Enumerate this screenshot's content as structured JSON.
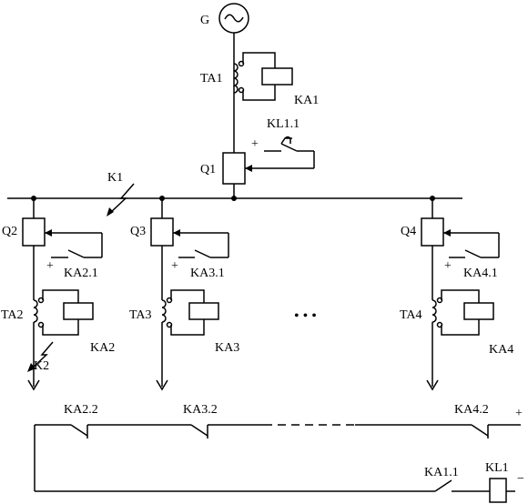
{
  "diagram": {
    "generator": {
      "label": "G"
    },
    "ta1": {
      "label": "TA1"
    },
    "ka1": {
      "label": "KA1"
    },
    "kl11": {
      "label": "KL1.1"
    },
    "q1": {
      "label": "Q1",
      "plus": "+"
    },
    "k1": {
      "label": "K1"
    },
    "feeders": [
      {
        "breaker": "Q2",
        "contact": "KA2.1",
        "ct": "TA2",
        "relay": "KA2",
        "plus": "+"
      },
      {
        "breaker": "Q3",
        "contact": "KA3.1",
        "ct": "TA3",
        "relay": "KA3",
        "plus": "+"
      },
      {
        "breaker": "Q4",
        "contact": "KA4.1",
        "ct": "TA4",
        "relay": "KA4",
        "plus": "+"
      }
    ],
    "k2": {
      "label": "K2"
    },
    "ellipsis": "• • •",
    "circuit": {
      "plus": "+",
      "minus": "−",
      "contacts": [
        "KA2.2",
        "KA3.2",
        "KA4.2"
      ],
      "ka11": "KA1.1",
      "kl1": "KL1"
    }
  }
}
